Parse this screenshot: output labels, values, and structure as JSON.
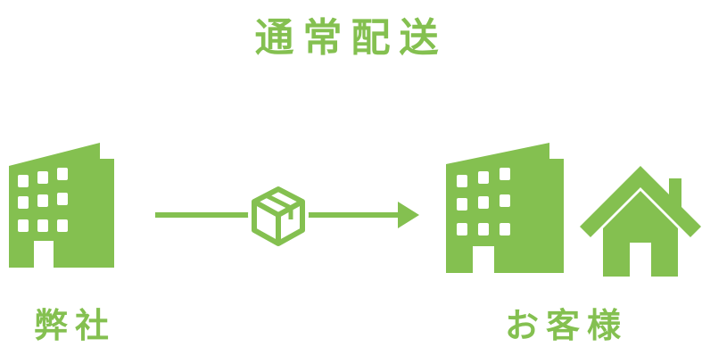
{
  "title": "通常配送",
  "sender": {
    "label": "弊社",
    "icon": "office-building-icon"
  },
  "transit": {
    "icon": "package-box-icon",
    "connector": "arrow-right-icon"
  },
  "recipient": {
    "label": "お客様",
    "icons": [
      "office-building-icon",
      "house-icon"
    ]
  },
  "colors": {
    "primary": "#84c050",
    "background": "#ffffff"
  }
}
